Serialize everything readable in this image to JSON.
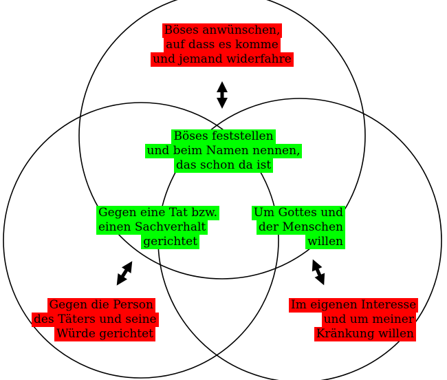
{
  "colors": {
    "negative": "#ff0000",
    "positive": "#00ff00",
    "outline": "#000000"
  },
  "labels": {
    "top": [
      "Böses anwünschen,",
      "auf dass es komme",
      "und jemand widerfahre"
    ],
    "center": [
      "Böses feststellen",
      "und beim Namen nennen,",
      "das schon da ist"
    ],
    "left_inner": [
      "Gegen eine Tat bzw.",
      "einen Sachverhalt",
      "gerichtet"
    ],
    "right_inner": [
      "Um Gottes und",
      "der Menschen",
      "willen"
    ],
    "bottom_left": [
      "Gegen die Person",
      "des Täters und seine",
      "Würde gerichtet"
    ],
    "bottom_right": [
      "Im eigenen Interesse",
      "und um meiner",
      "Kränkung willen"
    ]
  },
  "icons": {
    "arrow": "double-headed-arrow-icon"
  }
}
